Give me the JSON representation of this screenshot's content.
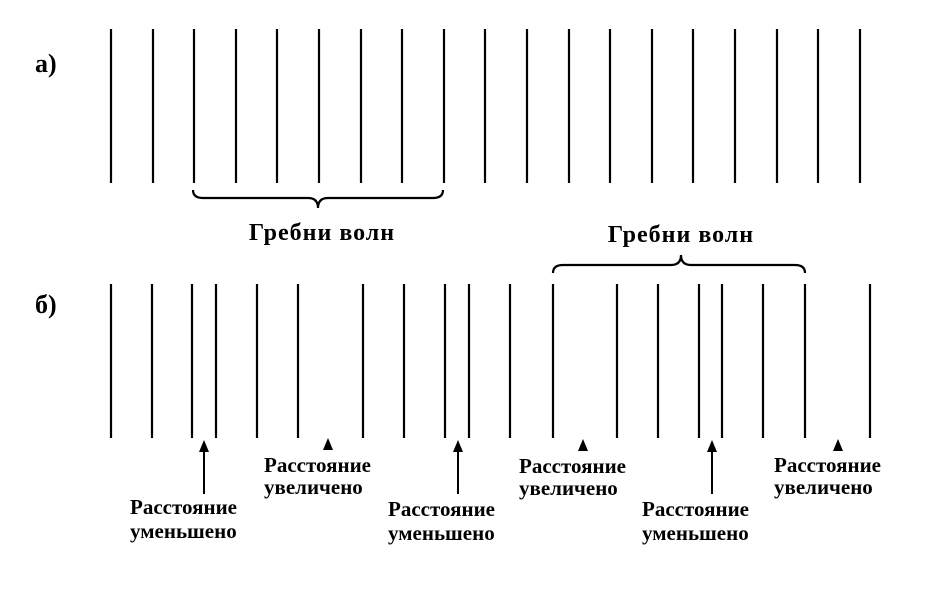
{
  "panel_a": {
    "label": "а)",
    "brace_label": "Гребни волн"
  },
  "panel_b": {
    "label": "б)",
    "brace_label": "Гребни волн",
    "annotations": [
      {
        "line1": "Расстояние",
        "line2": "уменьшено"
      },
      {
        "line1": "Расстояние",
        "line2": "увеличено"
      },
      {
        "line1": "Расстояние",
        "line2": "уменьшено"
      },
      {
        "line1": "Расстояние",
        "line2": "увеличено"
      },
      {
        "line1": "Расстояние",
        "line2": "уменьшено"
      },
      {
        "line1": "Расстояние",
        "line2": "увеличено"
      }
    ]
  }
}
